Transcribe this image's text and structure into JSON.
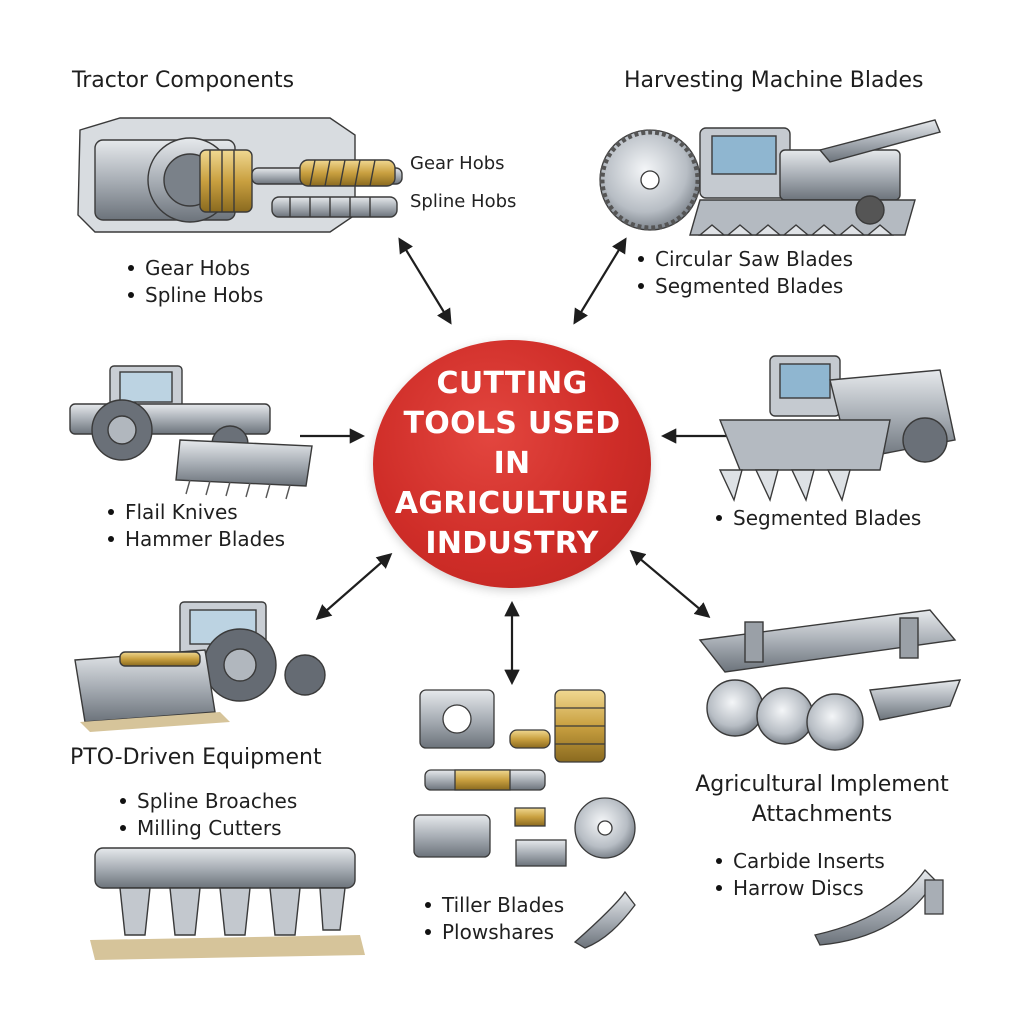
{
  "hub": {
    "title": "CUTTING\nTOOLS USED\nIN\nAGRICULTURE\nINDUSTRY",
    "color": "#d12f2a"
  },
  "sections": {
    "tractor": {
      "heading": "Tractor Components",
      "callouts": [
        "Gear Hobs",
        "Spline Hobs"
      ],
      "bullets": [
        "Gear Hobs",
        "Spline Hobs"
      ]
    },
    "harvesting": {
      "heading": "Harvesting Machine Blades",
      "bullets": [
        "Circular Saw Blades",
        "Segmented Blades"
      ]
    },
    "mower": {
      "bullets": [
        "Flail Knives",
        "Hammer Blades"
      ]
    },
    "combine": {
      "bullets": [
        "Segmented Blades"
      ]
    },
    "pto": {
      "heading": "PTO-Driven Equipment",
      "bullets": [
        "Spline Broaches",
        "Milling Cutters"
      ]
    },
    "tools": {
      "bullets": [
        "Tiller Blades",
        "Plowshares"
      ]
    },
    "implement": {
      "heading": "Agricultural Implement Attachments",
      "bullets": [
        "Carbide Inserts",
        "Harrow Discs"
      ]
    }
  },
  "icons": {
    "tractor-gearbox": "tractor-gearbox-icon",
    "harvester": "combine-harvester-icon",
    "saw": "circular-saw-icon",
    "mower": "tractor-mower-icon",
    "combine": "combine-header-icon",
    "pto": "pto-tractor-icon",
    "tools": "cutting-tools-icon",
    "plow": "disc-harrow-icon",
    "rotor": "flail-rotor-icon",
    "plowshare": "plowshare-icon"
  },
  "colors": {
    "accent": "#d12f2a",
    "steel": "#8e949b",
    "brass": "#c9a040",
    "ink": "#2a2a2a"
  }
}
